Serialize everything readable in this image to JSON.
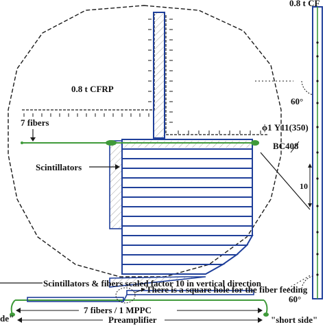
{
  "labels": {
    "top_right": "0.8 t CF",
    "plate": "0.8 t  CFRP",
    "fibers": "7 fibers",
    "wls": "ϕ1 Y11(350)",
    "scint_type": "BC408",
    "scintillators": "Scintillators",
    "pitch": "10",
    "angle_top": "60°",
    "angle_bottom": "60°",
    "section_title": "Scintillators & fibers  scaled factor 10 in vertical direction",
    "hole_note": "There is a square hole for the fiber feeding",
    "fibers_mppc": "7 fibers / 1 MPPC",
    "preamp": "Preamplifier",
    "long_side": "de\"",
    "short_side": "\"short side\""
  },
  "colors": {
    "outline": "#1a1a1a",
    "scintillator_blue": "#1f3f9a",
    "fiber_green": "#3f9a3a",
    "hatch": "#7a7a7a"
  }
}
